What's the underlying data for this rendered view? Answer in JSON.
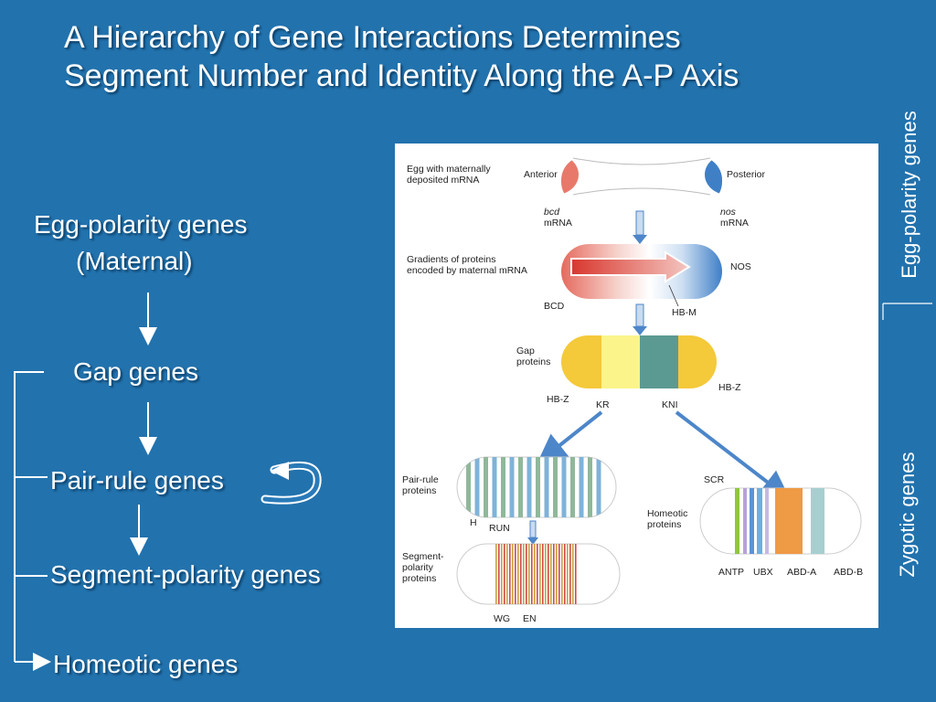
{
  "title_line1": "A Hierarchy of Gene Interactions Determines",
  "title_line2": "Segment Number and Identity Along the A-P Axis",
  "hierarchy": {
    "egg_polarity_line1": "Egg-polarity genes",
    "egg_polarity_line2": "(Maternal)",
    "gap": "Gap genes",
    "pair_rule": "Pair-rule genes",
    "segment_polarity": "Segment-polarity genes",
    "homeotic": "Homeotic genes"
  },
  "side_labels": {
    "egg_polarity": "Egg-polarity genes",
    "zygotic": "Zygotic genes"
  },
  "figure": {
    "egg_caption_1": "Egg with maternally",
    "egg_caption_2": "deposited mRNA",
    "anterior": "Anterior",
    "posterior": "Posterior",
    "bcd_italic": "bcd",
    "nos_italic": "nos",
    "mrna": "mRNA",
    "gradient_caption_1": "Gradients of proteins",
    "gradient_caption_2": "encoded by maternal mRNA",
    "nos_protein": "NOS",
    "bcd_protein": "BCD",
    "hbm": "HB-M",
    "gap_caption_1": "Gap",
    "gap_caption_2": "proteins",
    "hbz": "HB-Z",
    "kr": "KR",
    "kni": "KNI",
    "pair_rule_caption_1": "Pair-rule",
    "pair_rule_caption_2": "proteins",
    "h": "H",
    "run": "RUN",
    "seg_caption_1": "Segment-",
    "seg_caption_2": "polarity",
    "seg_caption_3": "proteins",
    "wg": "WG",
    "en": "EN",
    "scr": "SCR",
    "homeotic_caption_1": "Homeotic",
    "homeotic_caption_2": "proteins",
    "antp": "ANTP",
    "ubx": "UBX",
    "abda": "ABD-A",
    "abdb": "ABD-B"
  },
  "colors": {
    "background": "#2272ad",
    "anterior": "#e8796a",
    "posterior": "#3f7fc6",
    "gap_yellow": "#f4c93a",
    "gap_pale": "#fbf48a",
    "gap_teal": "#5b9a92"
  }
}
